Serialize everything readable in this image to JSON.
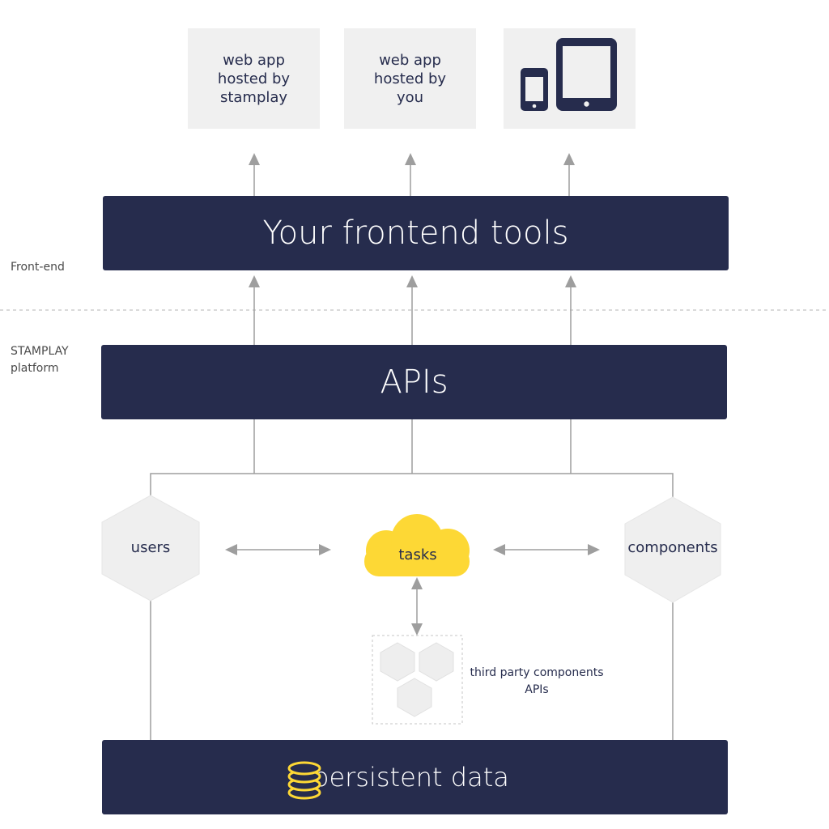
{
  "top_boxes": {
    "stamplay_hosted": [
      "web app",
      "hosted by",
      "stamplay"
    ],
    "self_hosted": [
      "web app",
      "hosted by",
      "you"
    ],
    "devices_icon": "phone-and-tablet-icon"
  },
  "bars": {
    "frontend": "Your frontend tools",
    "apis": "APIs",
    "persistent": "persistent data"
  },
  "side_labels": {
    "frontend": "Front-end",
    "platform_line1": "STAMPLAY",
    "platform_line2": "platform"
  },
  "nodes": {
    "users": "users",
    "tasks": "tasks",
    "components": "components",
    "third_party_line1": "third party components",
    "third_party_line2": "APIs"
  },
  "icons": {
    "database": "database-icon",
    "cloud": "cloud-icon",
    "hexagon": "hexagon-icon"
  },
  "colors": {
    "navy": "#262c4d",
    "yellow": "#fdd835",
    "arrow_gray": "#9e9e9e",
    "box_gray": "#f0f0f0",
    "hex_gray": "#efefef"
  }
}
